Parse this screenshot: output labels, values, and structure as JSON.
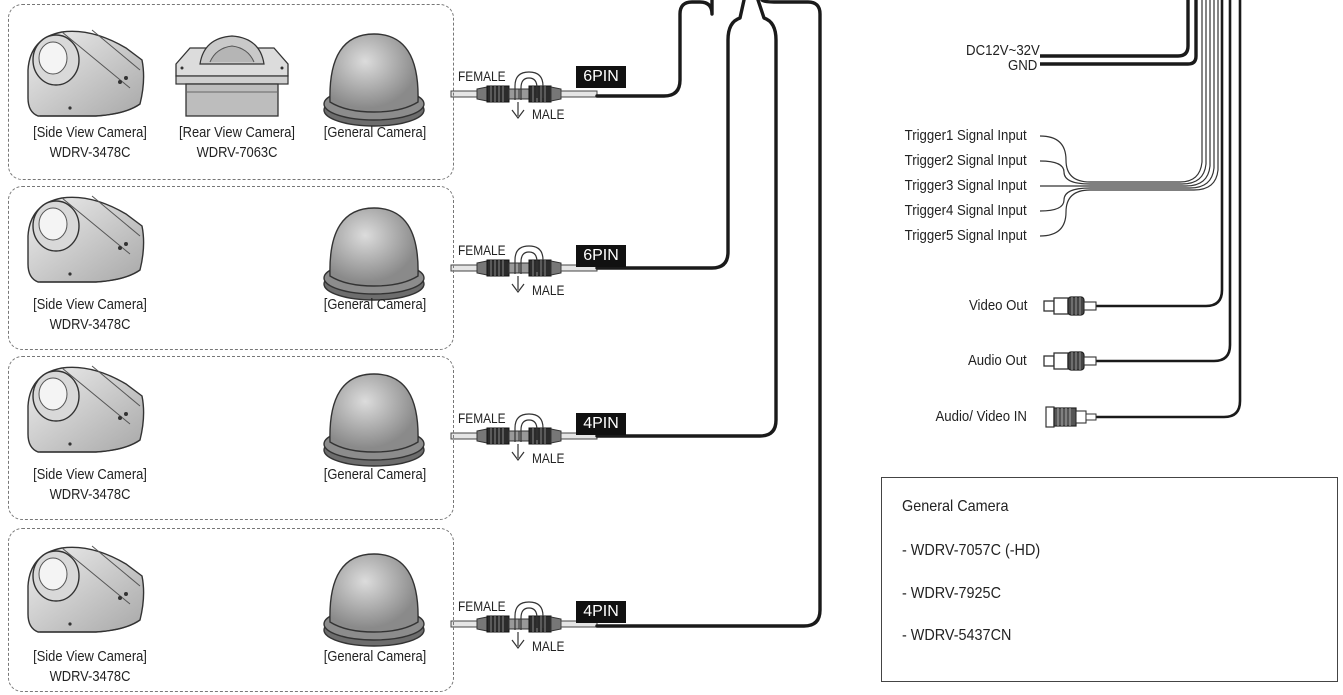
{
  "groups": [
    {
      "pin": "6PIN",
      "female": "FEMALE",
      "male": "MALE",
      "cameras": [
        {
          "type": "side",
          "caption": "[Side View Camera]",
          "model": "WDRV-3478C"
        },
        {
          "type": "rear",
          "caption": "[Rear View Camera]",
          "model": "WDRV-7063C"
        },
        {
          "type": "dome",
          "caption": "[General Camera]",
          "model": ""
        }
      ]
    },
    {
      "pin": "6PIN",
      "female": "FEMALE",
      "male": "MALE",
      "cameras": [
        {
          "type": "side",
          "caption": "[Side View Camera]",
          "model": "WDRV-3478C"
        },
        {
          "type": "dome",
          "caption": "[General Camera]",
          "model": ""
        }
      ]
    },
    {
      "pin": "4PIN",
      "female": "FEMALE",
      "male": "MALE",
      "cameras": [
        {
          "type": "side",
          "caption": "[Side View Camera]",
          "model": "WDRV-3478C"
        },
        {
          "type": "dome",
          "caption": "[General Camera]",
          "model": ""
        }
      ]
    },
    {
      "pin": "4PIN",
      "female": "FEMALE",
      "male": "MALE",
      "cameras": [
        {
          "type": "side",
          "caption": "[Side View Camera]",
          "model": "WDRV-3478C"
        },
        {
          "type": "dome",
          "caption": "[General Camera]",
          "model": ""
        }
      ]
    }
  ],
  "power": {
    "dc": "DC12V~32V",
    "gnd": "GND"
  },
  "triggers": [
    "Trigger1 Signal Input",
    "Trigger2 Signal Input",
    "Trigger3 Signal Input",
    "Trigger4 Signal Input",
    "Trigger5 Signal Input"
  ],
  "ports": {
    "video_out": "Video Out",
    "audio_out": "Audio Out",
    "av_in": "Audio/ Video IN"
  },
  "general_camera": {
    "title": "General Camera",
    "models": [
      "- WDRV-7057C (-HD)",
      "- WDRV-7925C",
      "- WDRV-5437CN"
    ]
  },
  "colors": {
    "wire": "#1a1a1a",
    "label_bg": "#111111",
    "box_border": "#777777"
  },
  "icons": [
    "side-camera-icon",
    "rear-camera-icon",
    "dome-camera-icon",
    "cable-connector-icon",
    "rca-plug-icon",
    "av-connector-icon",
    "swap-arrow-icon"
  ]
}
